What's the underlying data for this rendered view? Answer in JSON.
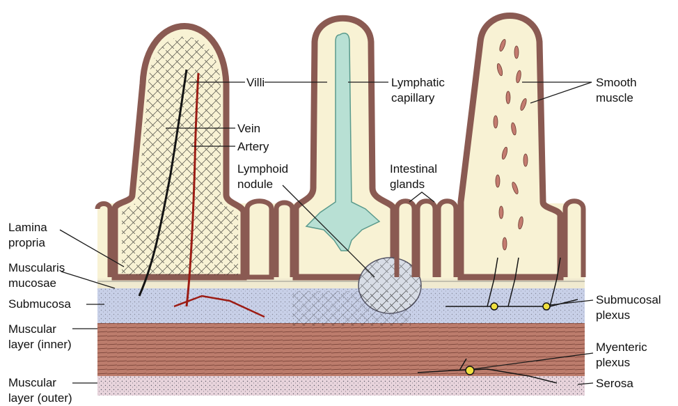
{
  "labels": {
    "villi": "Villi",
    "lymphatic_capillary": [
      "Lymphatic",
      "capillary"
    ],
    "smooth_muscle": [
      "Smooth",
      "muscle"
    ],
    "vein": "Vein",
    "artery": "Artery",
    "lymphoid_nodule": [
      "Lymphoid",
      "nodule"
    ],
    "intestinal_glands": [
      "Intestinal",
      "glands"
    ],
    "lamina_propria": [
      "Lamina",
      "propria"
    ],
    "muscularis_mucosae": [
      "Muscularis",
      "mucosae"
    ],
    "submucosa": "Submucosa",
    "muscular_layer_inner": [
      "Muscular",
      "layer (inner)"
    ],
    "muscular_layer_outer": [
      "Muscular",
      "layer (outer)"
    ],
    "submucosal_plexus": [
      "Submucosal",
      "plexus"
    ],
    "myenteric_plexus": [
      "Myenteric",
      "plexus"
    ],
    "serosa": "Serosa"
  },
  "colors": {
    "lamina_propria": "#f8f2d4",
    "epithelium": "#dcaea6",
    "submucosa": "#c8d0e8",
    "muscular_inner": "#bc7c6c",
    "muscular_outer": "#e8d4dc",
    "lymphatic": "#b8e0d4",
    "artery": "#9c1c14",
    "vein": "#141414",
    "nerve": "#f0e040",
    "smooth_muscle": "#c47c70"
  }
}
